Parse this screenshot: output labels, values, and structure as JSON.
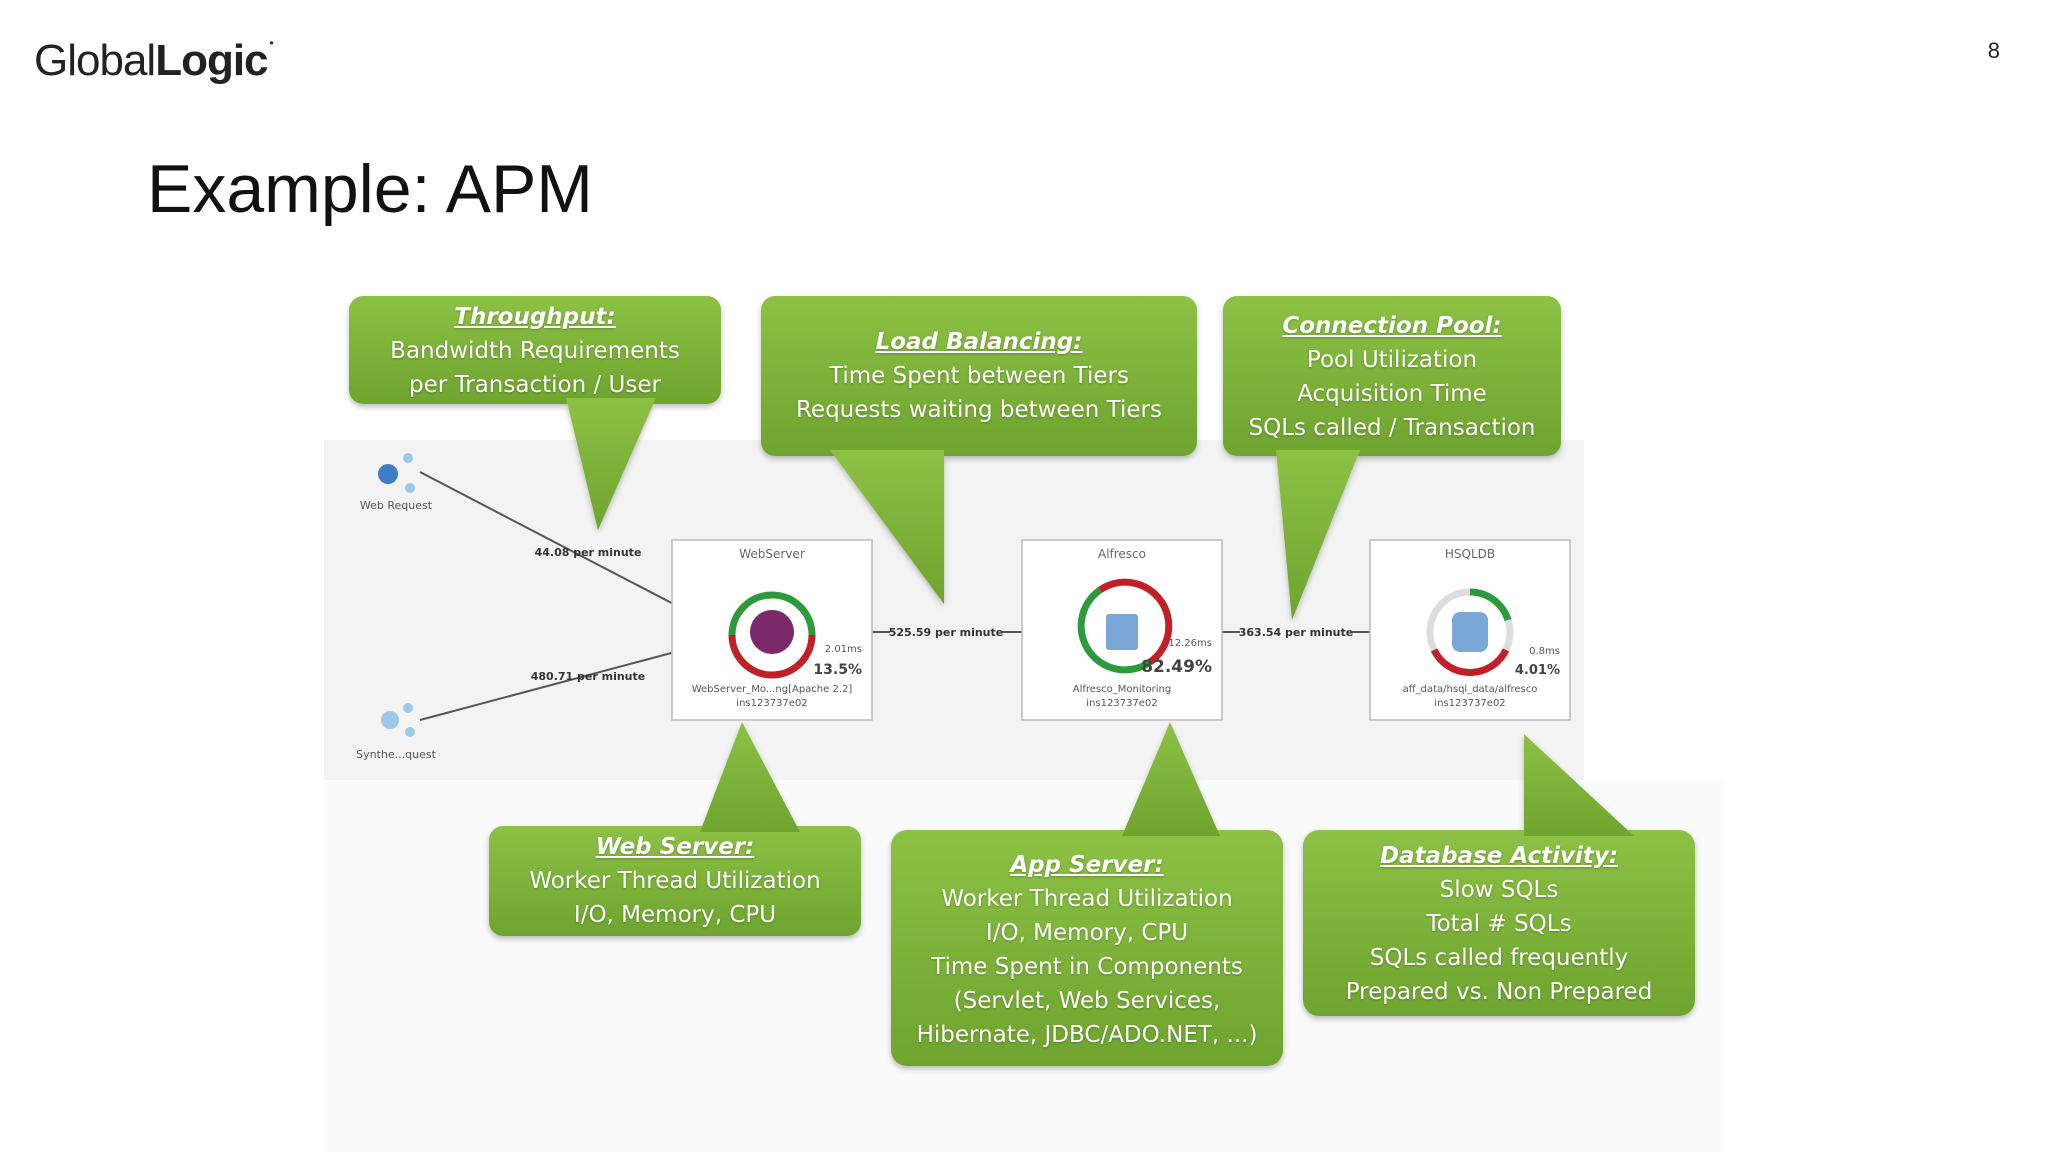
{
  "logo": {
    "normal": "Global",
    "bold": "Logic",
    "mark": "•"
  },
  "page_number": "8",
  "title": "Example: APM",
  "colors": {
    "callout": "#7fb33a",
    "callout_dark": "#5e8f25",
    "diagram_bg": "#f3f3f3",
    "ring_green": "#2e9b3a",
    "ring_red": "#c21f26"
  },
  "sources": [
    {
      "label": "Web Request",
      "rate": "44.08 per minute",
      "icon": "globe-icon"
    },
    {
      "label": "Synthe...quest",
      "rate": "480.71 per minute",
      "icon": "agents-icon"
    }
  ],
  "links": [
    "525.59 per minute",
    "363.54 per minute"
  ],
  "tiers": [
    {
      "name": "WebServer",
      "time": "2.01ms",
      "percent": "13.5%",
      "detail1": "WebServer_Mo...ng[Apache 2.2]",
      "detail2": "ins123737e02",
      "icon": "feather-icon"
    },
    {
      "name": "Alfresco",
      "time": "12.26ms",
      "percent": "82.49%",
      "detail1": "Alfresco_Monitoring",
      "detail2": "ins123737e02",
      "icon": "app-server-icon"
    },
    {
      "name": "HSQLDB",
      "time": "0.8ms",
      "percent": "4.01%",
      "detail1": "aff_data/hsql_data/alfresco",
      "detail2": "ins123737e02",
      "icon": "database-icon"
    }
  ],
  "callouts": {
    "throughput": {
      "heading": "Throughput:",
      "lines": [
        "Bandwidth Requirements",
        "per Transaction / User"
      ]
    },
    "load_balancing": {
      "heading": "Load Balancing:",
      "lines": [
        "Time Spent between Tiers",
        "Requests waiting between Tiers"
      ]
    },
    "connection_pool": {
      "heading": "Connection Pool:",
      "lines": [
        "Pool Utilization",
        "Acquisition Time",
        "SQLs called / Transaction"
      ]
    },
    "web_server": {
      "heading": "Web Server:",
      "lines": [
        "Worker Thread Utilization",
        "I/O, Memory, CPU"
      ]
    },
    "app_server": {
      "heading": "App Server:",
      "lines": [
        "Worker Thread Utilization",
        "I/O, Memory, CPU",
        "Time Spent in Components",
        "(Servlet, Web Services,",
        "Hibernate, JDBC/ADO.NET, ...)"
      ]
    },
    "database_activity": {
      "heading": "Database Activity:",
      "lines": [
        "Slow SQLs",
        "Total # SQLs",
        "SQLs called frequently",
        "Prepared vs. Non Prepared"
      ]
    }
  }
}
